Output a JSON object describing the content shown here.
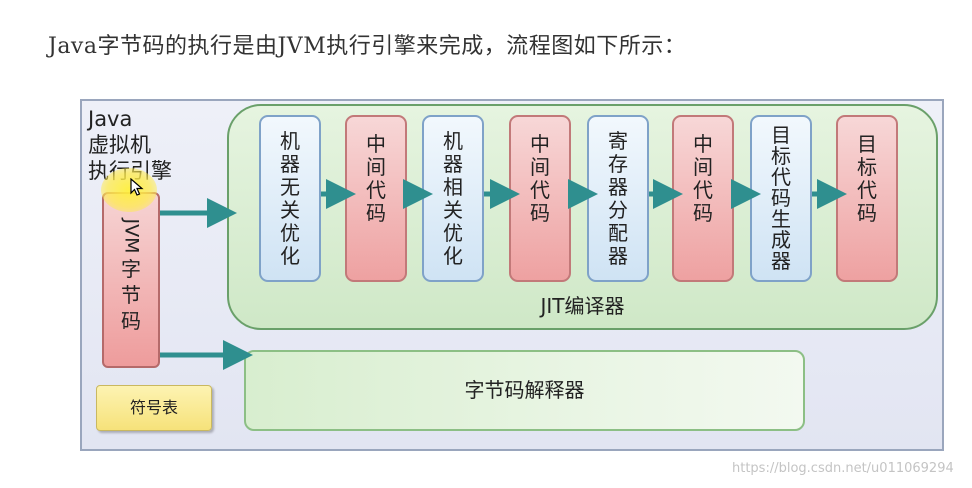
{
  "heading": "Java字节码的执行是由JVM执行引擎来完成，流程图如下所示：",
  "engine_label": "Java\n虚拟机\n执行引擎",
  "bytecode": {
    "prefix": "JVM",
    "chars": [
      "字",
      "节",
      "码"
    ]
  },
  "symbol_table": "符号表",
  "jit_label": "JIT编译器",
  "interpreter_label": "字节码解释器",
  "stages": [
    {
      "chars": [
        "机",
        "器",
        "无",
        "关",
        "优",
        "化"
      ],
      "color": "blue"
    },
    {
      "chars": [
        "中",
        "间",
        "代",
        "码"
      ],
      "color": "red"
    },
    {
      "chars": [
        "机",
        "器",
        "相",
        "关",
        "优",
        "化"
      ],
      "color": "blue"
    },
    {
      "chars": [
        "中",
        "间",
        "代",
        "码"
      ],
      "color": "red"
    },
    {
      "chars": [
        "寄",
        "存",
        "器",
        "分",
        "配",
        "器"
      ],
      "color": "blue"
    },
    {
      "chars": [
        "中",
        "间",
        "代",
        "码"
      ],
      "color": "red"
    },
    {
      "chars": [
        "目",
        "标",
        "代",
        "码",
        "生",
        "成",
        "器"
      ],
      "color": "blue"
    },
    {
      "chars": [
        "目",
        "标",
        "代",
        "码"
      ],
      "color": "red"
    }
  ],
  "watermark": "https://blog.csdn.net/u011069294",
  "colors": {
    "blue_stage_fill": "#cfe3f4",
    "red_stage_fill": "#eea1a1",
    "jit_fill": "#cfe8c7",
    "arrow": "#2f8f8f"
  }
}
